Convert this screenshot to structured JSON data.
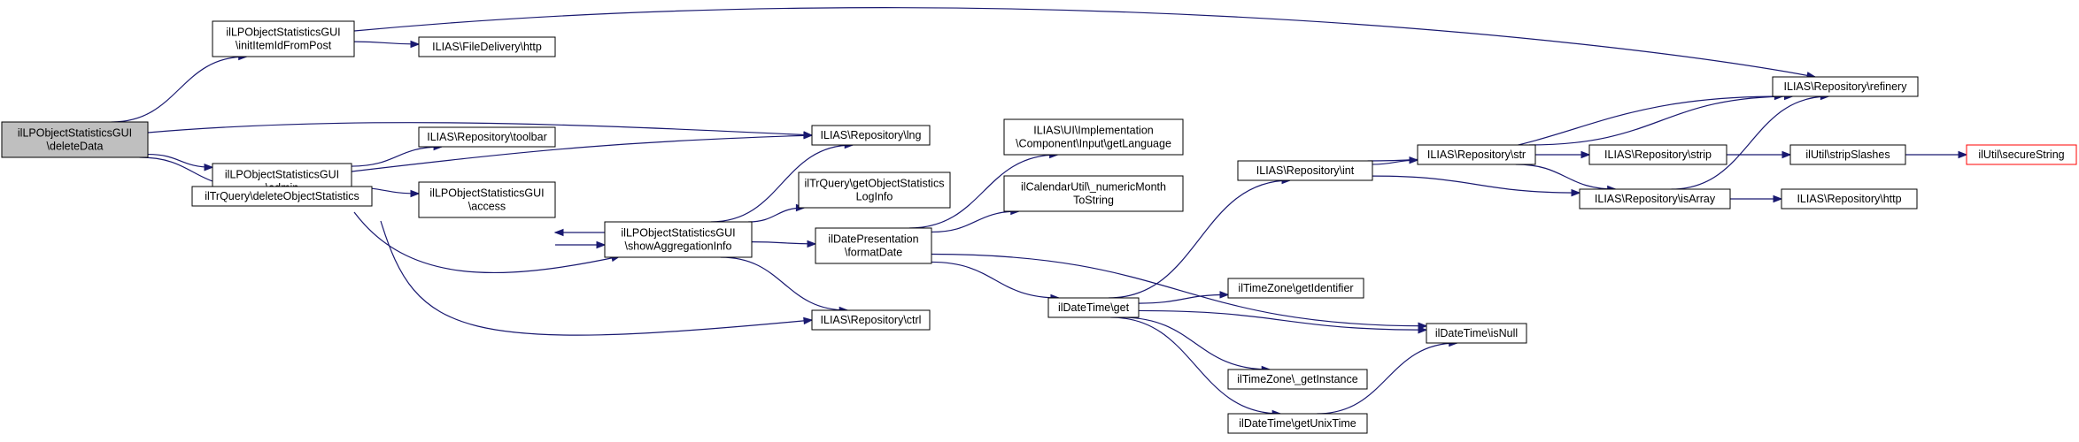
{
  "diagram": {
    "nodes": [
      {
        "id": "root",
        "lines": [
          "ilLPObjectStatisticsGUI",
          "\\deleteData"
        ],
        "style": "root"
      },
      {
        "id": "initItem",
        "lines": [
          "ilLPObjectStatisticsGUI",
          "\\initItemIdFromPost"
        ]
      },
      {
        "id": "admin",
        "lines": [
          "ilLPObjectStatisticsGUI",
          "\\admin"
        ]
      },
      {
        "id": "deleteStats",
        "lines": [
          "ilTrQuery\\deleteObjectStatistics"
        ]
      },
      {
        "id": "fileDelivery",
        "lines": [
          "ILIAS\\FileDelivery\\http"
        ]
      },
      {
        "id": "toolbar",
        "lines": [
          "ILIAS\\Repository\\toolbar"
        ]
      },
      {
        "id": "access",
        "lines": [
          "ilLPObjectStatisticsGUI",
          "\\access"
        ]
      },
      {
        "id": "lng",
        "lines": [
          "ILIAS\\Repository\\lng"
        ]
      },
      {
        "id": "showAgg",
        "lines": [
          "ilLPObjectStatisticsGUI",
          "\\showAggregationInfo"
        ]
      },
      {
        "id": "logInfo",
        "lines": [
          "ilTrQuery\\getObjectStatistics",
          "LogInfo"
        ]
      },
      {
        "id": "ctrl",
        "lines": [
          "ILIAS\\Repository\\ctrl"
        ]
      },
      {
        "id": "getLanguage",
        "lines": [
          "ILIAS\\UI\\Implementation",
          "\\Component\\Input\\getLanguage"
        ]
      },
      {
        "id": "numericMonth",
        "lines": [
          "ilCalendarUtil\\_numericMonth",
          "ToString"
        ]
      },
      {
        "id": "formatDate",
        "lines": [
          "ilDatePresentation",
          "\\formatDate"
        ]
      },
      {
        "id": "dtGet",
        "lines": [
          "ilDateTime\\get"
        ]
      },
      {
        "id": "intN",
        "lines": [
          "ILIAS\\Repository\\int"
        ]
      },
      {
        "id": "tzId",
        "lines": [
          "ilTimeZone\\getIdentifier"
        ]
      },
      {
        "id": "tzInst",
        "lines": [
          "ilTimeZone\\_getInstance"
        ]
      },
      {
        "id": "unixTime",
        "lines": [
          "ilDateTime\\getUnixTime"
        ]
      },
      {
        "id": "isNull",
        "lines": [
          "ilDateTime\\isNull"
        ]
      },
      {
        "id": "str",
        "lines": [
          "ILIAS\\Repository\\str"
        ]
      },
      {
        "id": "strip",
        "lines": [
          "ILIAS\\Repository\\strip"
        ]
      },
      {
        "id": "isArray",
        "lines": [
          "ILIAS\\Repository\\isArray"
        ]
      },
      {
        "id": "refinery",
        "lines": [
          "ILIAS\\Repository\\refinery"
        ]
      },
      {
        "id": "stripSlashes",
        "lines": [
          "ilUtil\\stripSlashes"
        ]
      },
      {
        "id": "repoHttp",
        "lines": [
          "ILIAS\\Repository\\http"
        ]
      },
      {
        "id": "secureString",
        "lines": [
          "ilUtil\\secureString"
        ],
        "style": "highlight"
      }
    ],
    "edges": [
      {
        "from": "root",
        "to": "initItem"
      },
      {
        "from": "root",
        "to": "lng"
      },
      {
        "from": "root",
        "to": "admin"
      },
      {
        "from": "root",
        "to": "deleteStats"
      },
      {
        "from": "initItem",
        "to": "fileDelivery"
      },
      {
        "from": "initItem",
        "to": "refinery"
      },
      {
        "from": "admin",
        "to": "toolbar"
      },
      {
        "from": "admin",
        "to": "lng"
      },
      {
        "from": "admin",
        "to": "access"
      },
      {
        "from": "admin",
        "to": "showAgg"
      },
      {
        "from": "admin",
        "to": "ctrl"
      },
      {
        "from": "access",
        "to": "showAgg"
      },
      {
        "from": "showAgg",
        "to": "access"
      },
      {
        "from": "showAgg",
        "to": "lng"
      },
      {
        "from": "showAgg",
        "to": "logInfo"
      },
      {
        "from": "showAgg",
        "to": "formatDate"
      },
      {
        "from": "showAgg",
        "to": "ctrl"
      },
      {
        "from": "formatDate",
        "to": "getLanguage"
      },
      {
        "from": "formatDate",
        "to": "numericMonth"
      },
      {
        "from": "formatDate",
        "to": "isNull"
      },
      {
        "from": "formatDate",
        "to": "dtGet"
      },
      {
        "from": "dtGet",
        "to": "intN"
      },
      {
        "from": "dtGet",
        "to": "tzId"
      },
      {
        "from": "dtGet",
        "to": "isNull"
      },
      {
        "from": "dtGet",
        "to": "tzInst"
      },
      {
        "from": "dtGet",
        "to": "unixTime"
      },
      {
        "from": "unixTime",
        "to": "isNull"
      },
      {
        "from": "intN",
        "to": "refinery"
      },
      {
        "from": "intN",
        "to": "str"
      },
      {
        "from": "intN",
        "to": "isArray"
      },
      {
        "from": "str",
        "to": "refinery"
      },
      {
        "from": "str",
        "to": "strip"
      },
      {
        "from": "str",
        "to": "isArray"
      },
      {
        "from": "strip",
        "to": "stripSlashes"
      },
      {
        "from": "stripSlashes",
        "to": "secureString"
      },
      {
        "from": "isArray",
        "to": "refinery"
      },
      {
        "from": "isArray",
        "to": "repoHttp"
      }
    ]
  }
}
